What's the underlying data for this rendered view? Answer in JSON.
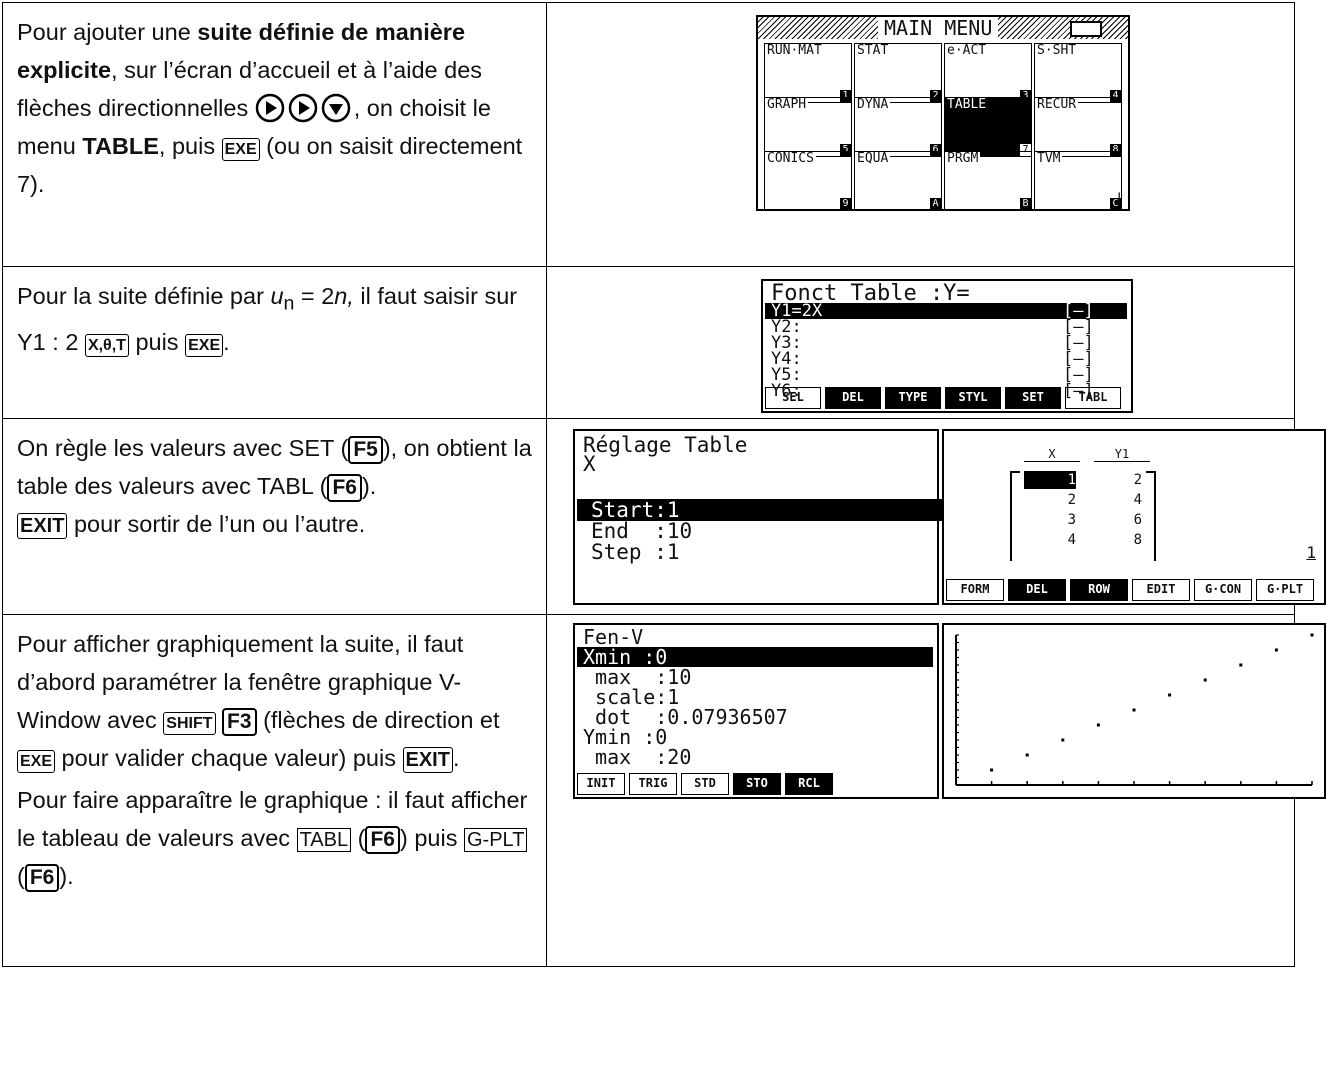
{
  "rows": [
    {
      "t1": "Pour ajouter une ",
      "b1": "suite définie de manière explicite",
      "t2": ", sur l’écran d’accueil et à l’aide des flèches directionnelles ",
      "t3": ", on choisit le menu ",
      "b2": "TABLE",
      "t4": ", puis ",
      "k1": "EXE",
      "t5": " (ou on saisit directement 7)."
    },
    {
      "t1": "Pour la suite définie par ",
      "u": "u",
      "sub": "n",
      "t2": " = 2",
      "n": "n,",
      "t3": " il faut saisir sur Y1 : 2 ",
      "k1": "X,θ,T",
      "t4": " puis ",
      "k2": "EXE",
      "t5": "."
    },
    {
      "t1": "On règle les valeurs avec SET (",
      "k1": "F5",
      "t2": "), on obtient la table des valeurs avec TABL (",
      "k2": "F6",
      "t3": ").",
      "k3": "EXIT",
      "t4": " pour sortir de l’un ou l’autre."
    },
    {
      "t1": "Pour afficher graphiquement la suite, il faut d’abord paramétrer la fenêtre graphique V-Window avec ",
      "k1": "SHIFT",
      "k2": "F3",
      "t2": " (flèches de direction et ",
      "k3": "EXE",
      "t3": " pour valider chaque valeur) puis ",
      "k4": "EXIT",
      "t4": ".",
      "p2a": "Pour faire apparaître le graphique : il faut afficher le tableau de valeurs avec ",
      "k5": "TABL",
      "p2b": " (",
      "k6": "F6",
      "p2c": ") puis ",
      "k7": "G-PLT",
      "p2d": " (",
      "k8": "F6",
      "p2e": ")."
    }
  ],
  "main_menu": {
    "title": "MAIN MENU",
    "items": [
      {
        "label": "RUN·MAT",
        "num": "1"
      },
      {
        "label": "STAT",
        "num": "2"
      },
      {
        "label": "e·ACT",
        "num": "3"
      },
      {
        "label": "S·SHT",
        "num": "4"
      },
      {
        "label": "GRAPH",
        "num": "5"
      },
      {
        "label": "DYNA",
        "num": "6"
      },
      {
        "label": "TABLE",
        "num": "7"
      },
      {
        "label": "RECUR",
        "num": "8"
      },
      {
        "label": "CONICS",
        "num": "9"
      },
      {
        "label": "EQUA",
        "num": "A"
      },
      {
        "label": "PRGM",
        "num": "B"
      },
      {
        "label": "TVM",
        "num": "C"
      }
    ],
    "arrow": "↓"
  },
  "fonct_table": {
    "title": "Fonct Table :Y=",
    "lines": [
      "Y1=2X",
      "Y2:",
      "Y3:",
      "Y4:",
      "Y5:",
      "Y6:"
    ],
    "bracket": "[—]",
    "fkeys": [
      "SEL",
      "DEL",
      "TYPE",
      "STYL",
      "SET",
      "TABL"
    ]
  },
  "reglage": {
    "title": "Réglage Table",
    "var": "X",
    "lines": [
      "Start:1",
      "End  :10",
      "Step :1"
    ]
  },
  "table_screen": {
    "headers": [
      "X",
      "Y1"
    ],
    "rows": [
      [
        "1",
        "2"
      ],
      [
        "2",
        "4"
      ],
      [
        "3",
        "6"
      ],
      [
        "4",
        "8"
      ]
    ],
    "corner": "1",
    "fkeys": [
      "FORM",
      "DEL",
      "ROW",
      "EDIT",
      "G·CON",
      "G·PLT"
    ]
  },
  "fen_v": {
    "title": "Fen-V",
    "lines": [
      "Xmin :0",
      " max  :10",
      " scale:1",
      " dot  :0.07936507",
      "Ymin :0",
      " max  :20"
    ],
    "fkeys": [
      "INIT",
      "TRIG",
      "STD",
      "STO",
      "RCL"
    ]
  },
  "chart_data": {
    "type": "scatter",
    "x": [
      1,
      2,
      3,
      4,
      5,
      6,
      7,
      8,
      9,
      10
    ],
    "y": [
      2,
      4,
      6,
      8,
      10,
      12,
      14,
      16,
      18,
      20
    ],
    "xlim": [
      0,
      10
    ],
    "ylim": [
      0,
      20
    ]
  }
}
